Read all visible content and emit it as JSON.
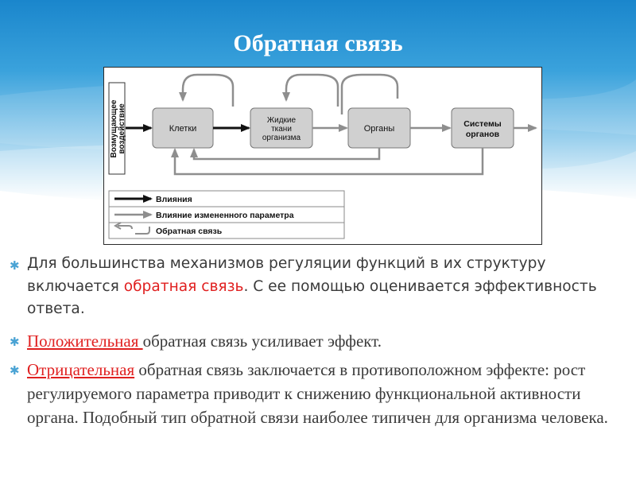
{
  "slide": {
    "title": "Обратная связь",
    "header_color": "#1f8cd0"
  },
  "diagram": {
    "side_label_1": "Возмущающее",
    "side_label_2": "воздействие",
    "boxes": {
      "cells": [
        "Клетки"
      ],
      "fluids": [
        "Жидкие",
        "ткани",
        "организма"
      ],
      "organs": [
        "Органы"
      ],
      "systems": [
        "Системы",
        "органов"
      ]
    },
    "legend": {
      "influence": "Влияния",
      "changed_param": "Влияние измененного параметра",
      "feedback": "Обратная связь"
    }
  },
  "bullets": {
    "b1": {
      "before": "Для большинства механизмов регуляции функций  в их структуру включается ",
      "highlight": "обратная связь",
      "after": ". С ее помощью оценивается эффективность ответа."
    },
    "b2": {
      "highlight": "Положительная ",
      "after": "обратная связь усиливает эффект."
    },
    "b3": {
      "highlight": "Отрицательная",
      "after": " обратная связь заключается в противоположном эффекте: рост регулируемого параметра приводит к снижению функциональной активности органа. Подобный тип обратной связи наиболее типичен для организма человека."
    }
  }
}
